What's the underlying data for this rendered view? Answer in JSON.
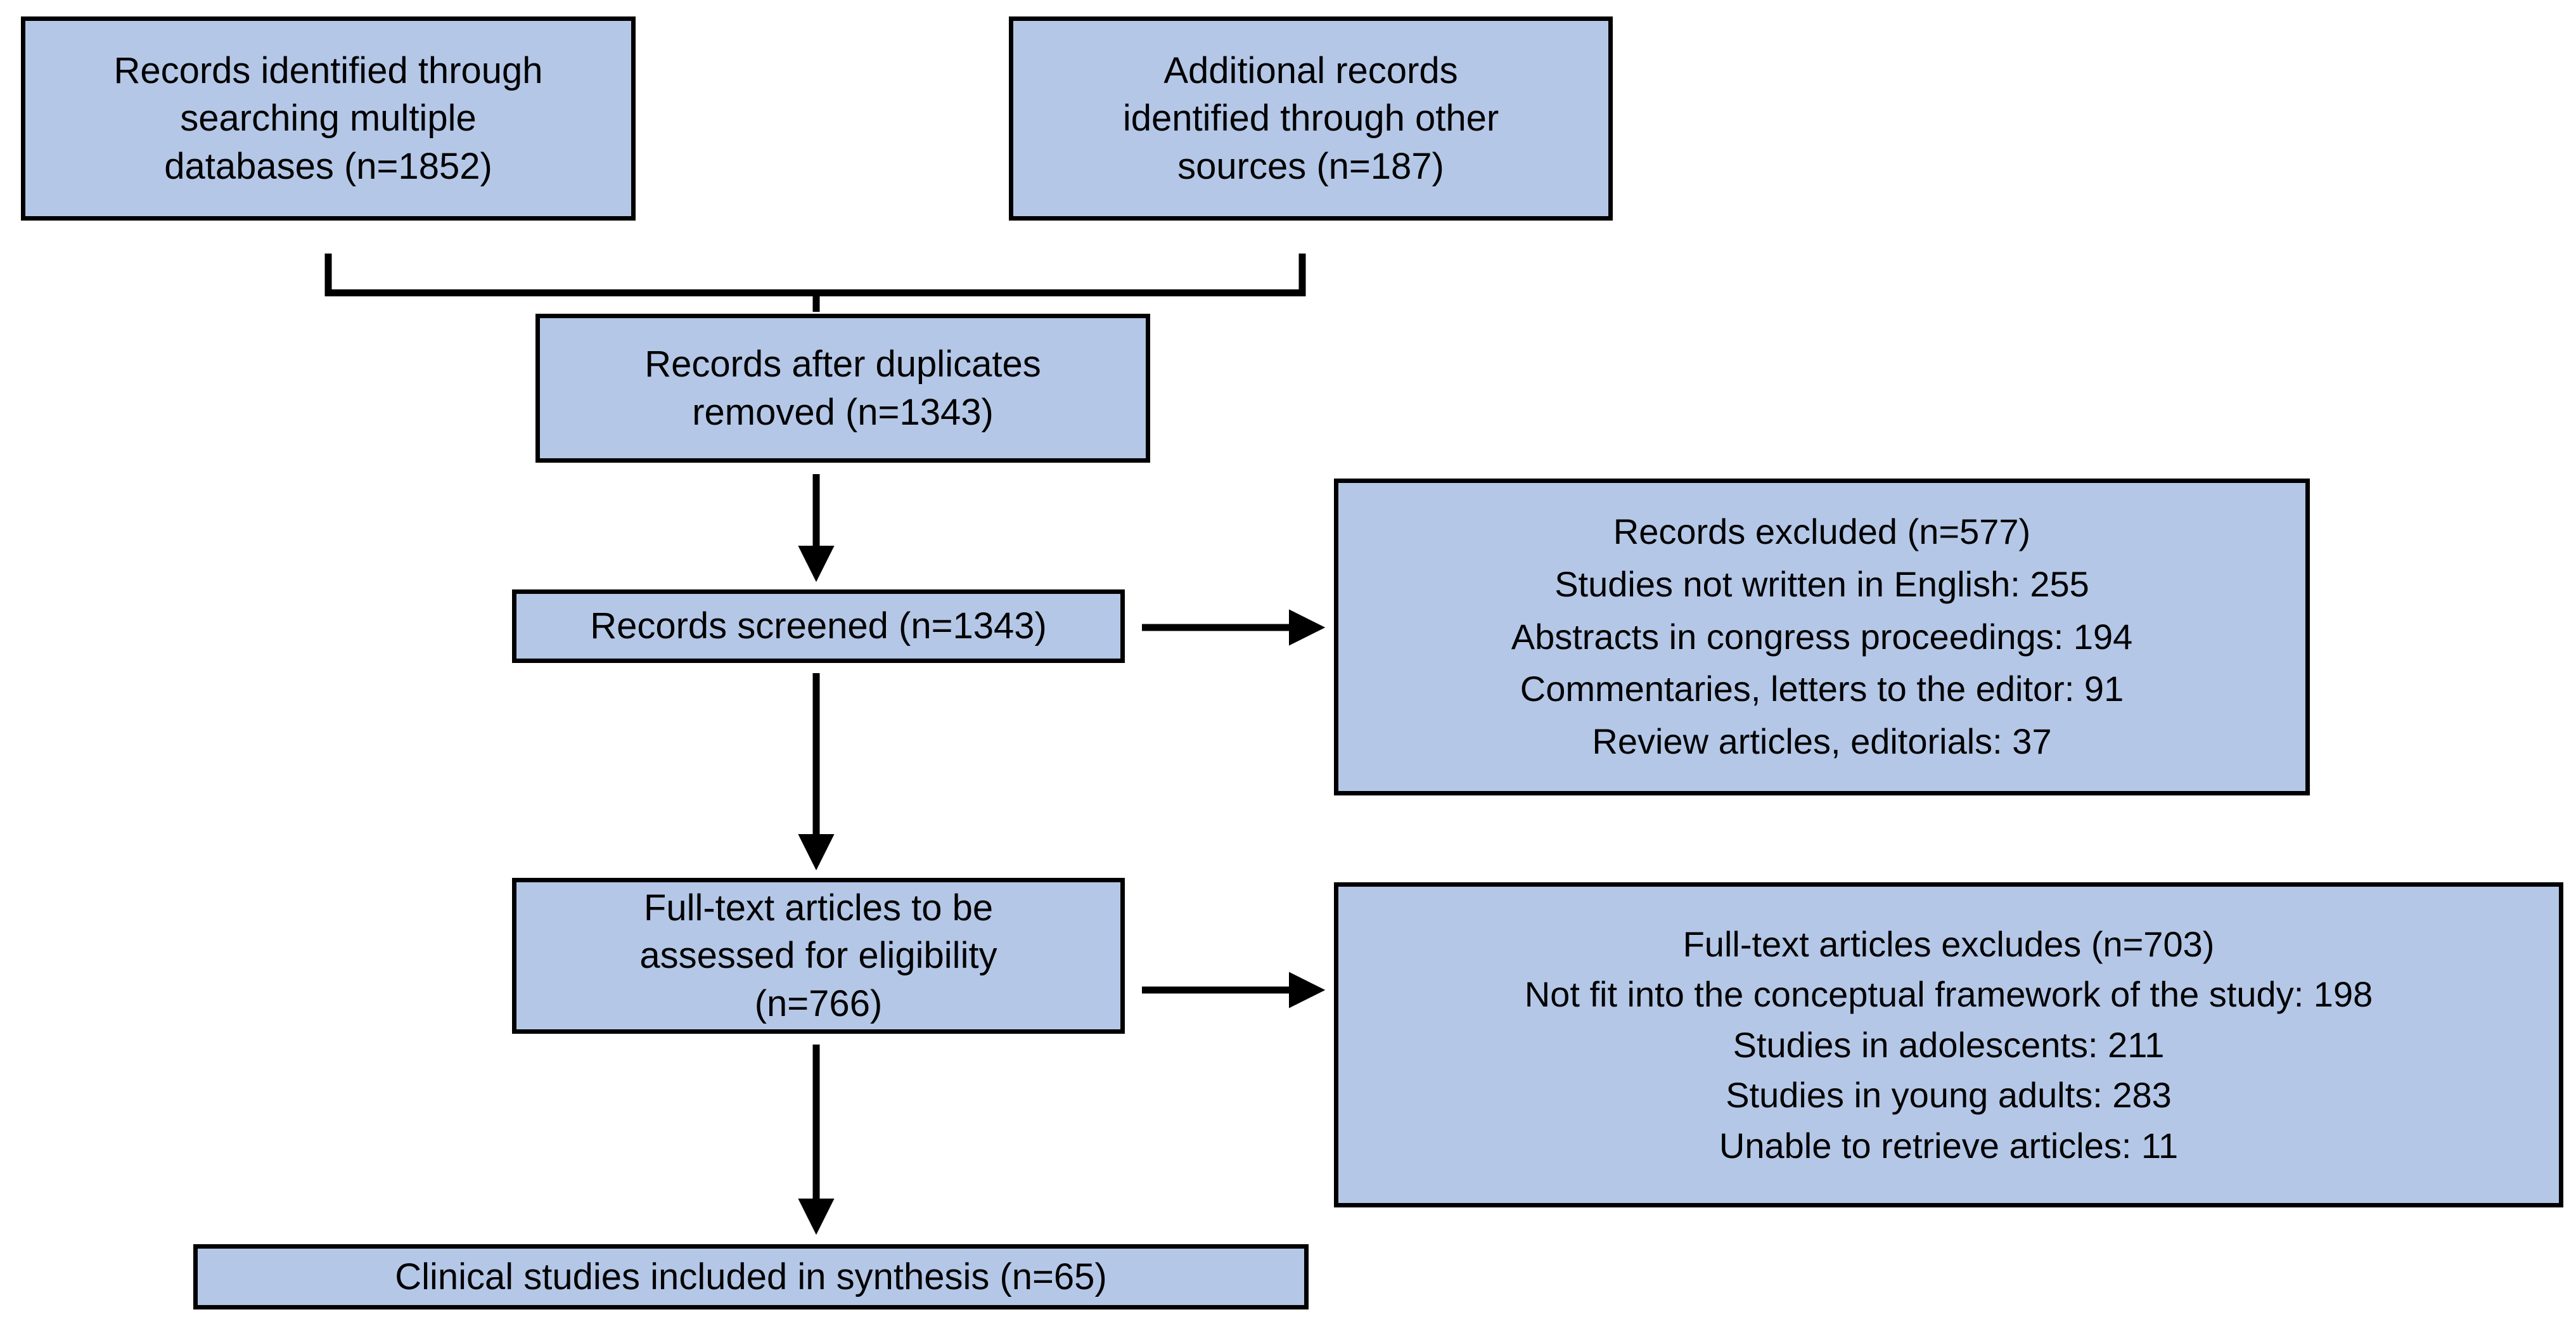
{
  "diagram": {
    "type": "prisma-flow-diagram",
    "colors": {
      "box_fill": "#b4c7e7",
      "box_border": "#000000",
      "text": "#000000",
      "background": "#ffffff",
      "connector": "#000000"
    }
  },
  "nodes": {
    "identified": {
      "name": "records-identified-databases",
      "lines": [
        "Records identified through",
        "searching multiple",
        "databases (n=1852)"
      ],
      "count": 1852
    },
    "additional": {
      "name": "additional-records-other-sources",
      "lines": [
        "Additional records",
        "identified through other",
        "sources (n=187)"
      ],
      "count": 187
    },
    "duplicates": {
      "name": "records-after-duplicates-removed",
      "lines": [
        "Records after duplicates",
        "removed (n=1343)"
      ],
      "count": 1343
    },
    "screened": {
      "name": "records-screened",
      "lines": [
        "Records screened (n=1343)"
      ],
      "count": 1343
    },
    "excluded": {
      "name": "records-excluded",
      "lines": [
        "Records excluded (n=577)",
        "Studies not written in English: 255",
        "Abstracts in congress proceedings:  194",
        "Commentaries, letters to the editor: 91",
        "Review articles, editorials: 37"
      ],
      "count": 577,
      "reasons": [
        {
          "label": "Studies not written in English",
          "value": 255
        },
        {
          "label": "Abstracts in congress proceedings",
          "value": 194
        },
        {
          "label": "Commentaries, letters to the editor",
          "value": 91
        },
        {
          "label": "Review articles, editorials",
          "value": 37
        }
      ]
    },
    "fulltext": {
      "name": "full-text-articles-assessed",
      "lines": [
        "Full-text articles to be",
        "assessed for eligibility",
        "(n=766)"
      ],
      "count": 766
    },
    "ftexcluded": {
      "name": "full-text-articles-excluded",
      "lines": [
        "Full-text articles excludes (n=703)",
        "Not fit into the conceptual framework of the study: 198",
        "Studies in adolescents: 211",
        "Studies in young adults: 283",
        "Unable to retrieve articles: 11"
      ],
      "count": 703,
      "reasons": [
        {
          "label": "Not fit into the conceptual framework of the study",
          "value": 198
        },
        {
          "label": "Studies in adolescents",
          "value": 211
        },
        {
          "label": "Studies in young adults",
          "value": 283
        },
        {
          "label": "Unable to retrieve articles",
          "value": 11
        }
      ]
    },
    "included": {
      "name": "clinical-studies-included",
      "lines": [
        "Clinical studies included in synthesis (n=65)"
      ],
      "count": 65
    }
  },
  "connectors": [
    {
      "name": "bracket-sources-to-duplicates",
      "kind": "bracket"
    },
    {
      "name": "arrow-duplicates-to-screened",
      "kind": "arrow-down"
    },
    {
      "name": "arrow-screened-to-excluded",
      "kind": "arrow-right"
    },
    {
      "name": "arrow-screened-to-fulltext",
      "kind": "arrow-down"
    },
    {
      "name": "arrow-fulltext-to-ftexcluded",
      "kind": "arrow-right"
    },
    {
      "name": "arrow-fulltext-to-included",
      "kind": "arrow-down"
    }
  ]
}
